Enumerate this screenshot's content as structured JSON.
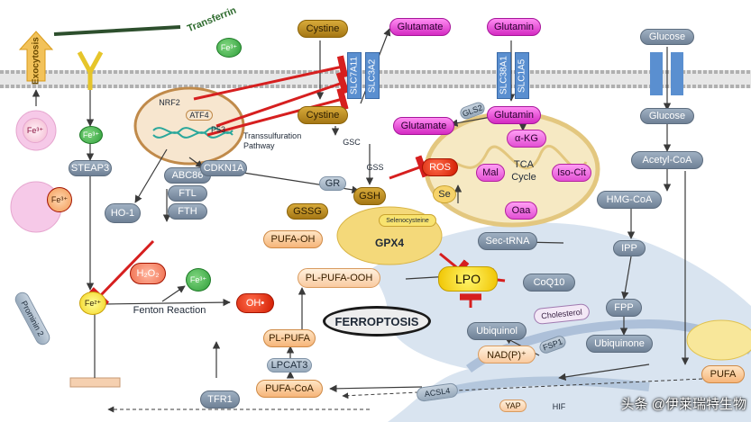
{
  "labels": {
    "transferrin": "Transferrin",
    "fe3_top": "Fe³⁺",
    "exocytosis": "Exocytosis",
    "fe3_vesicle": "Fe³⁺",
    "fe3_endosome": "Fe³⁺",
    "fe3_cell": "Fe³⁺",
    "steap3": "STEAP3",
    "ho1": "HO-1",
    "abc86": "ABC86",
    "ftl": "FTL",
    "fth": "FTH",
    "nrf2": "NRF2",
    "atf4": "ATF4",
    "p53": "P53",
    "cdkn1a": "CDKN1A",
    "cystine_out": "Cystine",
    "glutamate_out": "Glutamate",
    "glutamin_out": "Glutamin",
    "glucose_out": "Glucose",
    "slc7a11": "SLC7A11",
    "slc3a2": "SLC3A2",
    "slc38a1": "SLC38A1",
    "slc1a5": "SLC1A5",
    "cystine_in": "Cystine",
    "glutamate_in": "Glutamate",
    "glutamin_in": "Glutamin",
    "glucose_in": "Glucose",
    "gls2": "GLS2",
    "transsulfuration": "Transsulfuration",
    "pathway": "Pathway",
    "gsc": "GSC",
    "gss": "GSS",
    "ros": "ROS",
    "se": "Se",
    "akg": "α-KG",
    "mal": "Mal",
    "tca": "TCA",
    "cycle": "Cycle",
    "isocit": "Iso-Cit",
    "oaa": "Oaa",
    "acetylcoa": "Acetyl-CoA",
    "gr": "GR",
    "gsh": "GSH",
    "gssg": "GSSG",
    "selenocysteine": "Selenocysteine",
    "gpx4": "GPX4",
    "pufa_oh": "PUFA-OH",
    "hmgcoa": "HMG-CoA",
    "sectrna": "Sec-tRNA",
    "ipp": "IPP",
    "h2o2": "H₂O₂",
    "fe3_fenton": "Fe³⁺",
    "fe2": "Fe²⁺",
    "fenton": "Fenton Reaction",
    "oh": "OH•",
    "pl_pufa_ooh": "PL-PUFA-OOH",
    "lpo": "LPO",
    "coq10": "CoQ10",
    "fpp": "FPP",
    "cholesterol": "Cholesterol",
    "ferroptosis": "FERROPTOSIS",
    "ubiquinol": "Ubiquinol",
    "ubiquinone": "Ubiquinone",
    "fsp1": "FSP1",
    "nadp": "NAD(P)⁺",
    "pl_pufa": "PL-PUFA",
    "lpcat3": "LPCAT3",
    "pufa_coa": "PUFA-CoA",
    "acsl4": "ACSL4",
    "pufa_right": "PUFA",
    "tfr1": "TFR1",
    "prominin2": "Prominin 2",
    "yap": "YAP",
    "hif": "HIF",
    "watermark": "头条 @伊莱瑞特生物"
  },
  "colors": {
    "membrane_head": "#c9c9c9",
    "membrane_tail": "#9a9a9a",
    "inhibit": "#d61f1f",
    "arrow": "#3a3a3a",
    "mito": "#e8d29a",
    "er": "#8fa9c9",
    "gpx4_blob": "#f4d97a",
    "transporter": "#5a8fd0"
  }
}
